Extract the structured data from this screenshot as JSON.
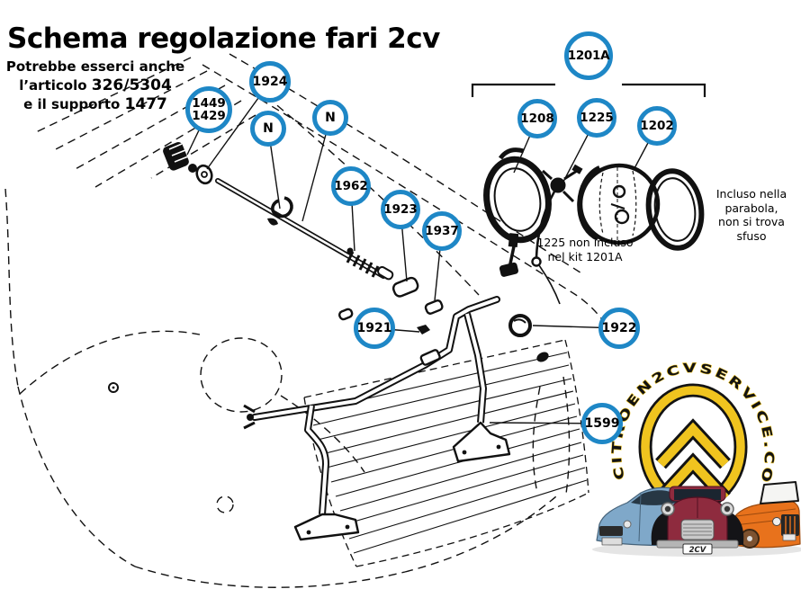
{
  "title": "Schema regolazione fari 2cv",
  "note": {
    "line1": "Potrebbe esserci anche",
    "line2_text": "l’articolo ",
    "line2_number": "326/5304",
    "line3_text": "e il supporto ",
    "line3_number": "1477"
  },
  "badges": {
    "b1924": "1924",
    "b1449": "1449\n1429",
    "bN1": "N",
    "bN2": "N",
    "b1962": "1962",
    "b1923": "1923",
    "b1937": "1937",
    "b1201A": "1201A",
    "b1208": "1208",
    "b1225": "1225",
    "b1202": "1202",
    "b1921": "1921",
    "b1922": "1922",
    "b1599": "1599"
  },
  "annotations": {
    "incluso_parabola": "Incluso nella\nparabola,\nnon si trova sfuso",
    "non_incluso": "1225 non incluso\nnel kit 1201A"
  },
  "logo": {
    "text": "CITROEN2CVSERVICE.COM"
  },
  "cars": {
    "plate_2cv": "2CV"
  },
  "colors": {
    "badge_ring": "#1e87c6",
    "logo_yellow": "#f0c41f",
    "car_blue": "#7fa8c9",
    "car_red": "#8e2b3e",
    "car_orange": "#e8721c"
  }
}
